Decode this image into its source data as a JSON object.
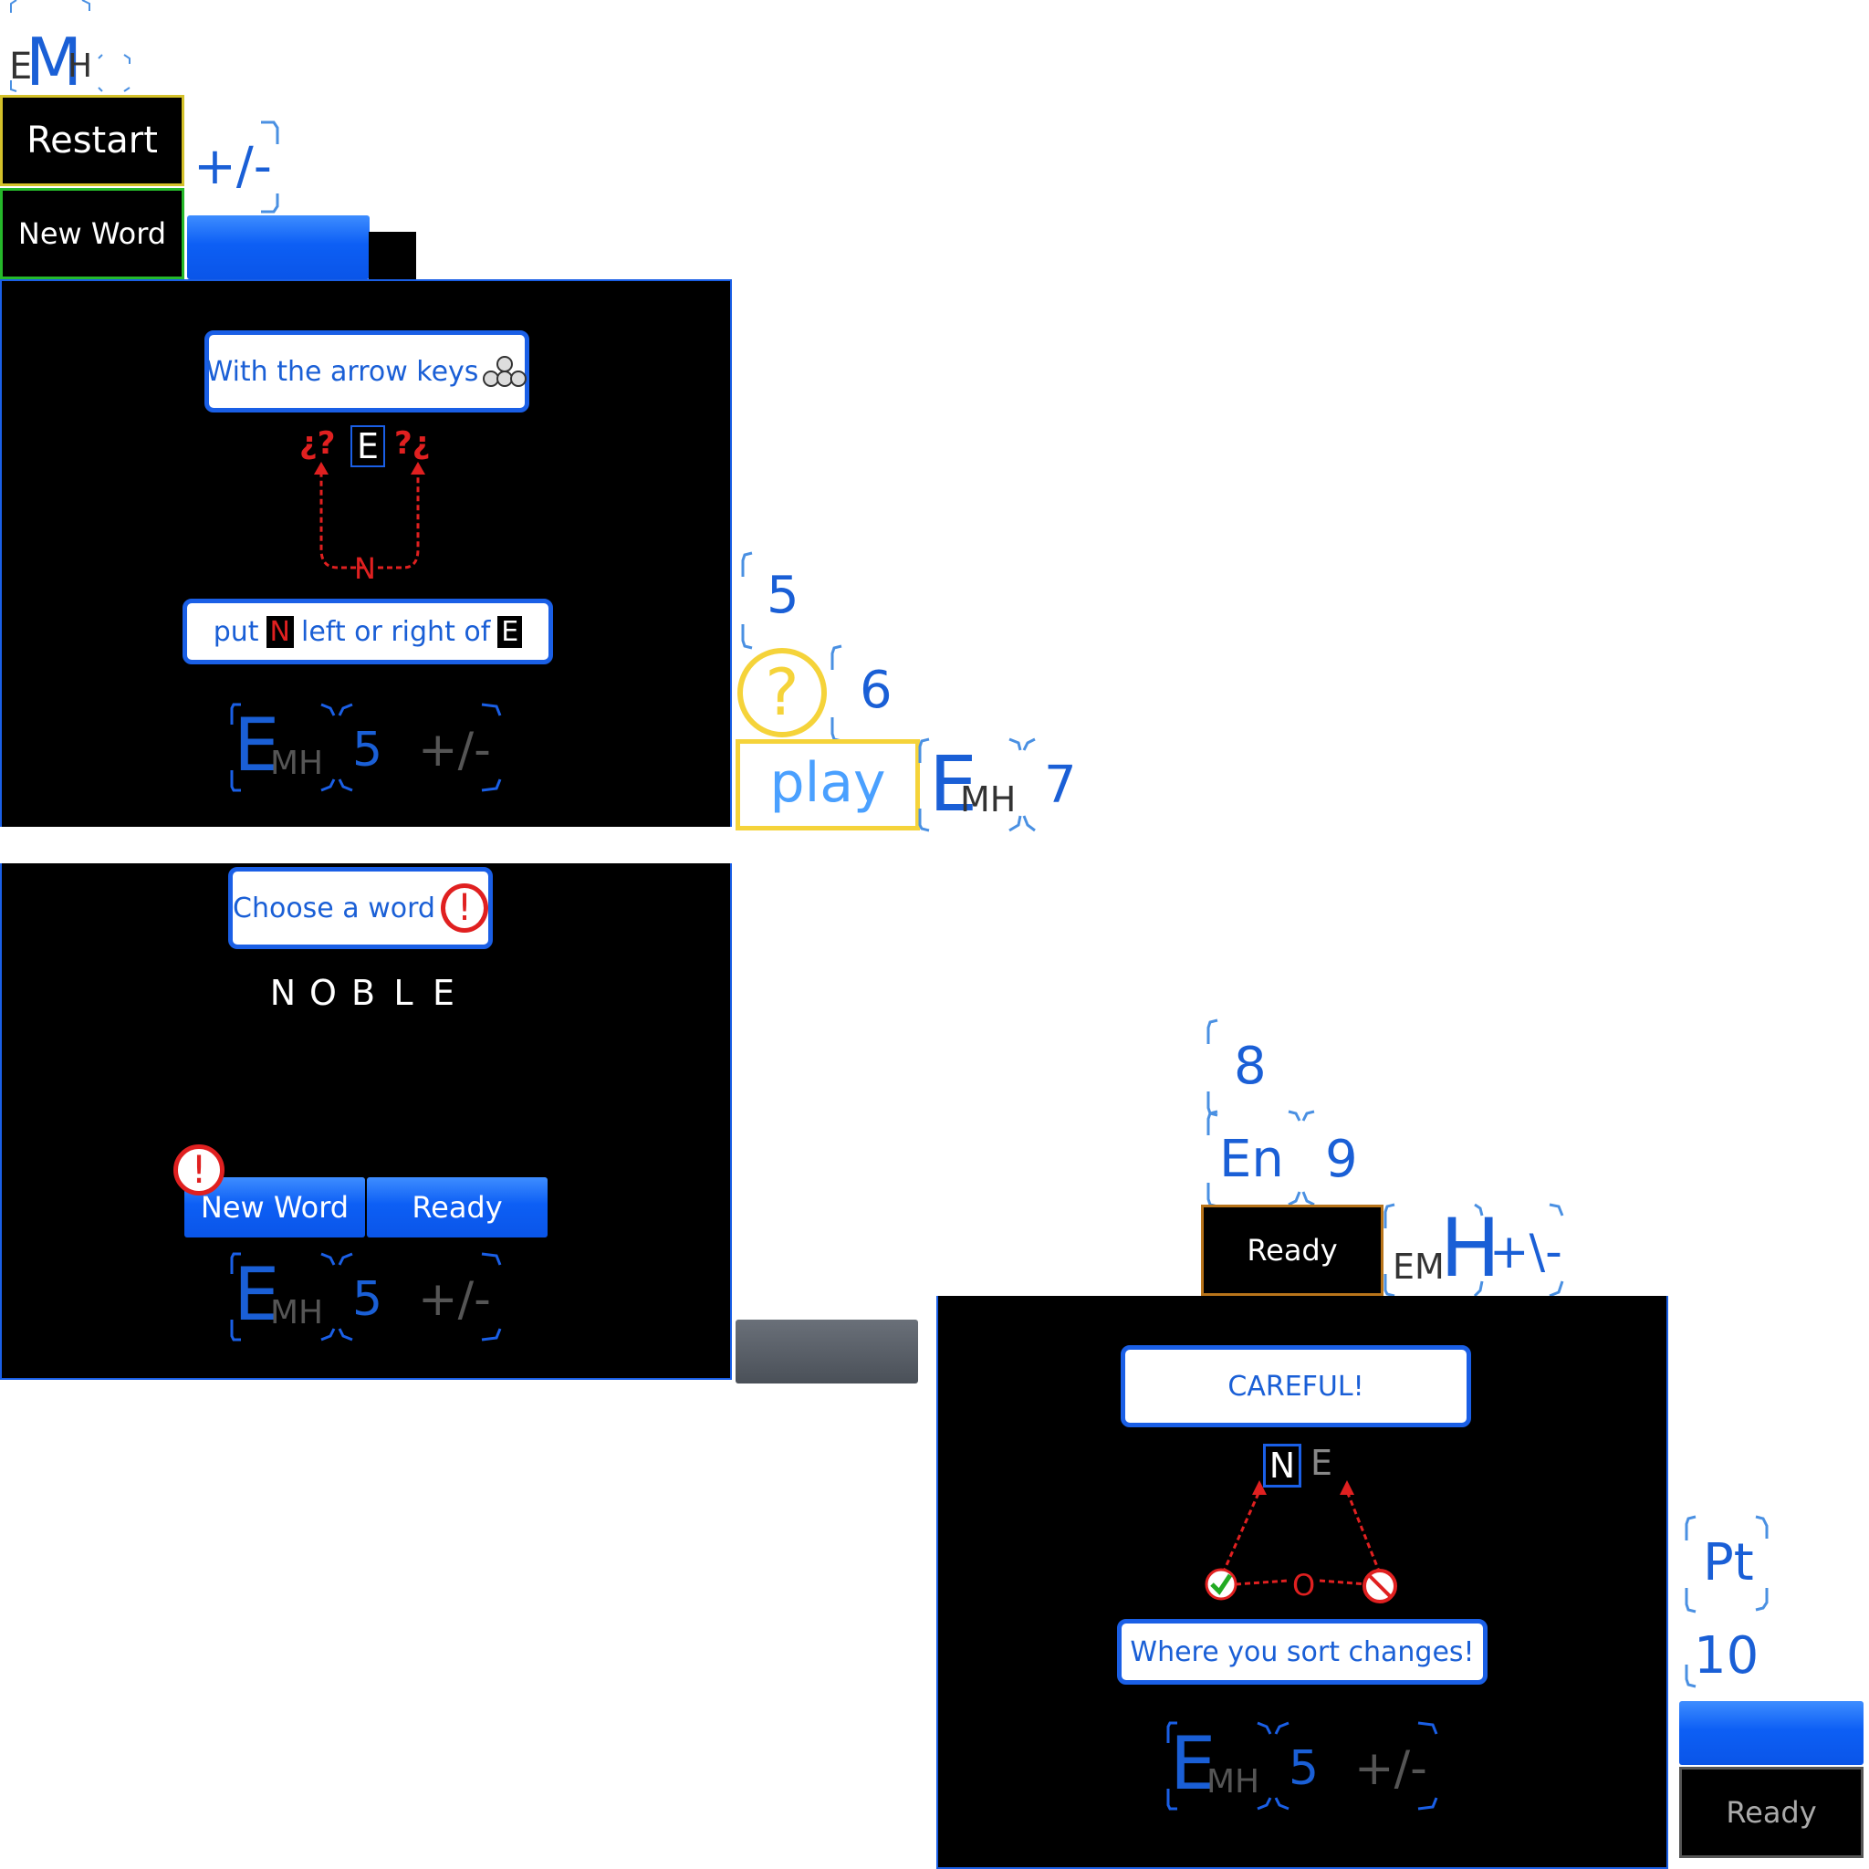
{
  "top_logo": {
    "e": "E",
    "m": "M",
    "h": "H"
  },
  "buttons": {
    "restart": "Restart",
    "new_word_top": "New Word",
    "plusminus_top": "+/-",
    "play": "play",
    "new_word_panel": "New Word",
    "ready_panel": "Ready",
    "ready_top_right": "Ready",
    "ready_bottom_right": "Ready"
  },
  "labels": {
    "n5": "5",
    "n6": "6",
    "n7": "7",
    "n8": "8",
    "n9": "9",
    "n10": "10",
    "en": "En",
    "pt": "Pt",
    "emh_h": "H",
    "emh_e": "E",
    "emh_m": "M",
    "emh_plus": "+\\-",
    "play_e": "E",
    "play_mh": "MH"
  },
  "panel1": {
    "bubble_top": "With the arrow keys",
    "top_letter": "E",
    "q_left": "¿?",
    "q_right": "?¿",
    "move_letter": "N",
    "put_text_a": "put",
    "put_letter_n": "N",
    "put_text_b": "left or right of",
    "put_letter_e": "E",
    "level_e": "E",
    "level_mh": "MH",
    "level_num": "5",
    "level_pm": "+/-"
  },
  "panel2": {
    "bubble": "Choose a word",
    "word": [
      "N",
      "O",
      "B",
      "L",
      "E"
    ],
    "level_e": "E",
    "level_mh": "MH",
    "level_num": "5",
    "level_pm": "+/-"
  },
  "panel3": {
    "bubble_top": "CAREFUL!",
    "letter_n": "N",
    "letter_e": "E",
    "letter_o": "O",
    "bubble_bottom": "Where you sort changes!",
    "level_e": "E",
    "level_mh": "MH",
    "level_num": "5",
    "level_pm": "+/-"
  },
  "colors": {
    "accent": "#1a5fe6",
    "warning": "#e02020",
    "highlight": "#f5d33a",
    "black": "#000000"
  }
}
